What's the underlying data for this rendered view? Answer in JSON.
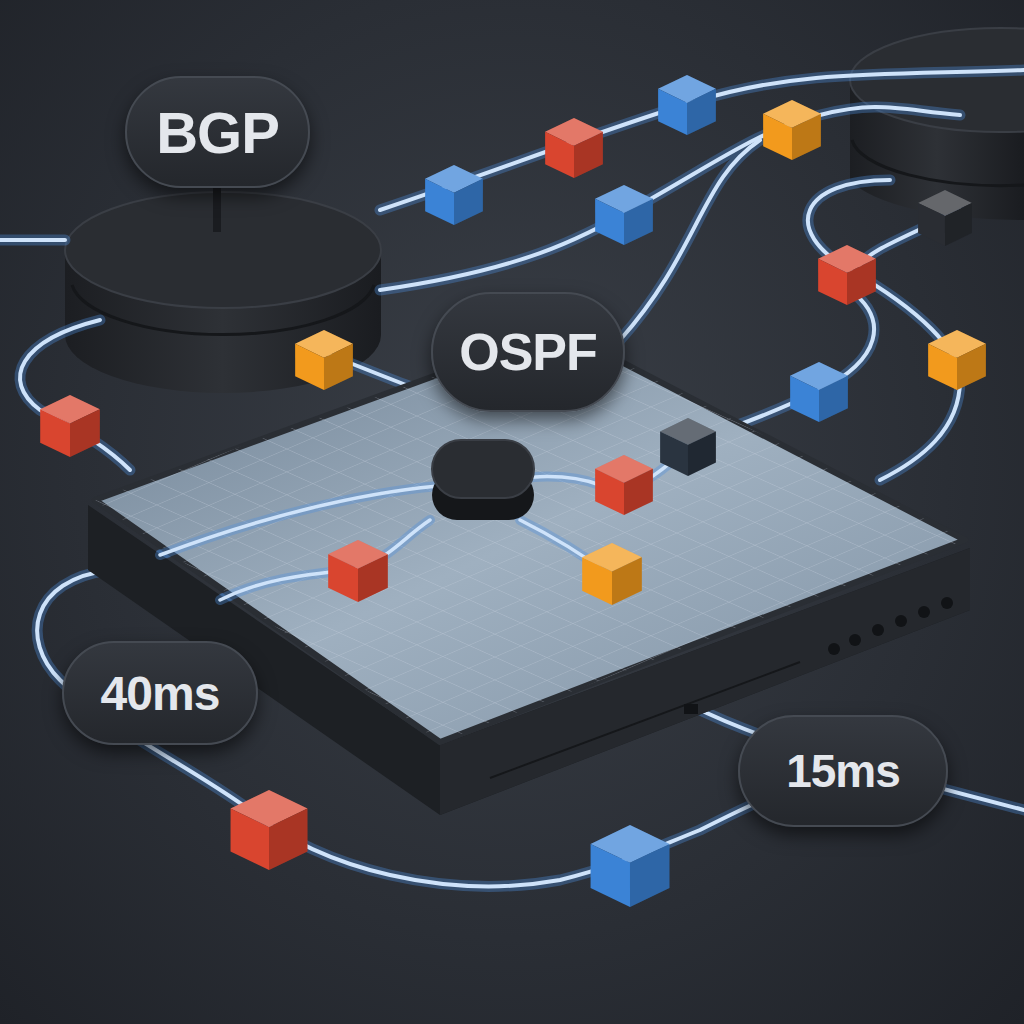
{
  "diagram": {
    "nodes": [
      {
        "text": [
          "BGP"
        ]
      },
      {
        "text": [
          "OSPF"
        ]
      },
      {
        "text": [
          "40ms"
        ]
      },
      {
        "text": [
          "15ms"
        ]
      }
    ]
  }
}
